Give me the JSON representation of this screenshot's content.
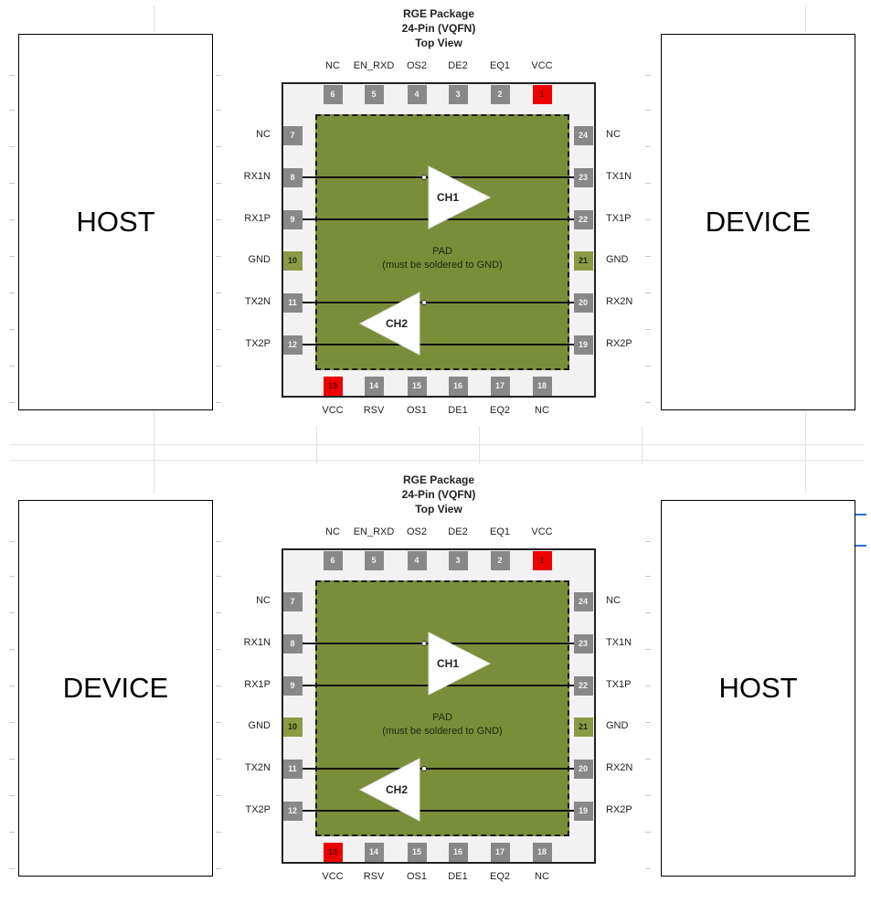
{
  "panels": [
    {
      "title": [
        "RGE Package",
        "24-Pin (VQFN)",
        "Top View"
      ],
      "left_box": "HOST",
      "right_box": "DEVICE",
      "pad_label": [
        "PAD",
        "(must be soldered to GND)"
      ],
      "channels": [
        "CH1",
        "CH2"
      ],
      "top_pins": [
        {
          "num": "6",
          "label": "NC",
          "color": "gray"
        },
        {
          "num": "5",
          "label": "EN_RXD",
          "color": "gray"
        },
        {
          "num": "4",
          "label": "OS2",
          "color": "gray"
        },
        {
          "num": "3",
          "label": "DE2",
          "color": "gray"
        },
        {
          "num": "2",
          "label": "EQ1",
          "color": "gray"
        },
        {
          "num": "1",
          "label": "VCC",
          "color": "red"
        }
      ],
      "bottom_pins": [
        {
          "num": "13",
          "label": "VCC",
          "color": "red"
        },
        {
          "num": "14",
          "label": "RSV",
          "color": "gray"
        },
        {
          "num": "15",
          "label": "OS1",
          "color": "gray"
        },
        {
          "num": "16",
          "label": "DE1",
          "color": "gray"
        },
        {
          "num": "17",
          "label": "EQ2",
          "color": "gray"
        },
        {
          "num": "18",
          "label": "NC",
          "color": "gray"
        }
      ],
      "left_pins": [
        {
          "num": "7",
          "label": "NC",
          "color": "gray"
        },
        {
          "num": "8",
          "label": "RX1N",
          "color": "gray"
        },
        {
          "num": "9",
          "label": "RX1P",
          "color": "gray"
        },
        {
          "num": "10",
          "label": "GND",
          "color": "green"
        },
        {
          "num": "11",
          "label": "TX2N",
          "color": "gray"
        },
        {
          "num": "12",
          "label": "TX2P",
          "color": "gray"
        }
      ],
      "right_pins": [
        {
          "num": "24",
          "label": "NC",
          "color": "gray"
        },
        {
          "num": "23",
          "label": "TX1N",
          "color": "gray"
        },
        {
          "num": "22",
          "label": "TX1P",
          "color": "gray"
        },
        {
          "num": "21",
          "label": "GND",
          "color": "green"
        },
        {
          "num": "20",
          "label": "RX2N",
          "color": "gray"
        },
        {
          "num": "19",
          "label": "RX2P",
          "color": "gray"
        }
      ]
    },
    {
      "title": [
        "RGE Package",
        "24-Pin (VQFN)",
        "Top View"
      ],
      "left_box": "DEVICE",
      "right_box": "HOST",
      "pad_label": [
        "PAD",
        "(must be soldered to GND)"
      ],
      "channels": [
        "CH1",
        "CH2"
      ],
      "top_pins": [
        {
          "num": "6",
          "label": "NC",
          "color": "gray"
        },
        {
          "num": "5",
          "label": "EN_RXD",
          "color": "gray"
        },
        {
          "num": "4",
          "label": "OS2",
          "color": "gray"
        },
        {
          "num": "3",
          "label": "DE2",
          "color": "gray"
        },
        {
          "num": "2",
          "label": "EQ1",
          "color": "gray"
        },
        {
          "num": "1",
          "label": "VCC",
          "color": "red"
        }
      ],
      "bottom_pins": [
        {
          "num": "13",
          "label": "VCC",
          "color": "red"
        },
        {
          "num": "14",
          "label": "RSV",
          "color": "gray"
        },
        {
          "num": "15",
          "label": "OS1",
          "color": "gray"
        },
        {
          "num": "16",
          "label": "DE1",
          "color": "gray"
        },
        {
          "num": "17",
          "label": "EQ2",
          "color": "gray"
        },
        {
          "num": "18",
          "label": "NC",
          "color": "gray"
        }
      ],
      "left_pins": [
        {
          "num": "7",
          "label": "NC",
          "color": "gray"
        },
        {
          "num": "8",
          "label": "RX1N",
          "color": "gray"
        },
        {
          "num": "9",
          "label": "RX1P",
          "color": "gray"
        },
        {
          "num": "10",
          "label": "GND",
          "color": "green"
        },
        {
          "num": "11",
          "label": "TX2N",
          "color": "gray"
        },
        {
          "num": "12",
          "label": "TX2P",
          "color": "gray"
        }
      ],
      "right_pins": [
        {
          "num": "24",
          "label": "NC",
          "color": "gray"
        },
        {
          "num": "23",
          "label": "TX1N",
          "color": "gray"
        },
        {
          "num": "22",
          "label": "TX1P",
          "color": "gray"
        },
        {
          "num": "21",
          "label": "GND",
          "color": "green"
        },
        {
          "num": "20",
          "label": "RX2N",
          "color": "gray"
        },
        {
          "num": "19",
          "label": "RX2P",
          "color": "gray"
        }
      ]
    }
  ],
  "colors": {
    "pad": "#7a8e3a",
    "pin_gray": "#888888",
    "pin_red": "#ee0000",
    "pin_green": "#8a9a45"
  }
}
